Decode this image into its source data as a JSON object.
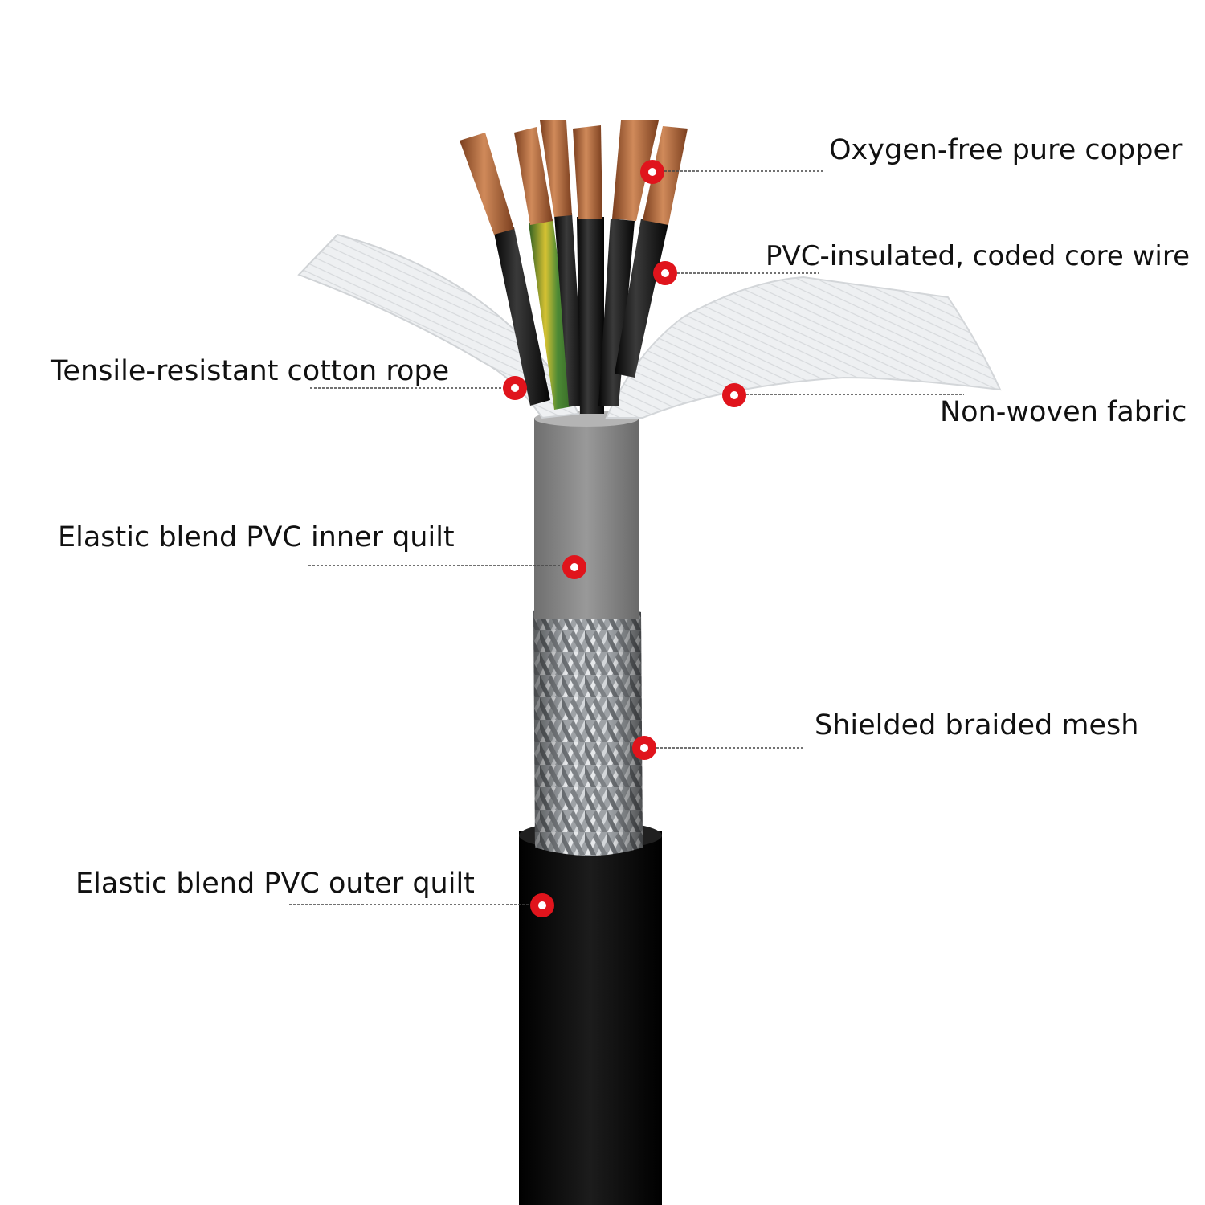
{
  "colors": {
    "background": "#ffffff",
    "label_text": "#111111",
    "leader_line": "#444444",
    "marker_ring": "#e0141c",
    "marker_center": "#ffffff",
    "copper": "#b8663a",
    "core_black": "#141414",
    "core_earth_green": "#3f7a2c",
    "core_earth_yellow": "#d6c233",
    "cotton_rope": "#eceef0",
    "non_woven_fabric": "#f1f2f3",
    "inner_sheath": "#8a8a8a",
    "braid": "#b9bcbf",
    "outer_sheath": "#0d0d0d"
  },
  "callouts": [
    {
      "id": "oxygen-free-pure-copper",
      "label": "Oxygen-free pure copper"
    },
    {
      "id": "pvc-insulated-core-wire",
      "label": "PVC-insulated, coded core wire"
    },
    {
      "id": "tensile-resistant-cotton-rope",
      "label": "Tensile-resistant cotton rope"
    },
    {
      "id": "non-woven-fabric",
      "label": "Non-woven fabric"
    },
    {
      "id": "elastic-blend-pvc-inner-quilt",
      "label": "Elastic blend PVC inner quilt"
    },
    {
      "id": "shielded-braided-mesh",
      "label": "Shielded braided mesh"
    },
    {
      "id": "elastic-blend-pvc-outer-quilt",
      "label": "Elastic blend PVC outer quilt"
    }
  ]
}
